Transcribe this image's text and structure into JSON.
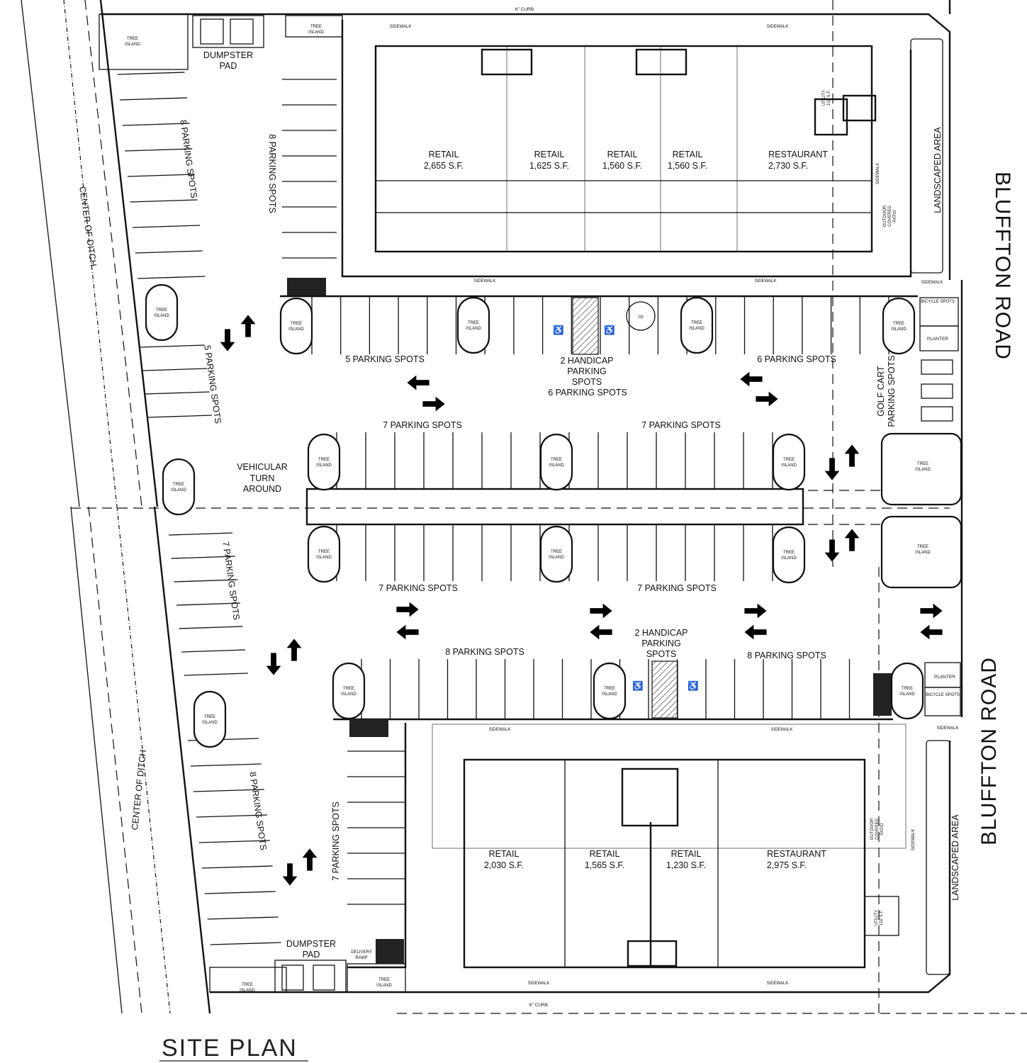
{
  "title": "SITE PLAN",
  "roads": {
    "right_top": "BLUFFTON ROAD",
    "right_bottom": "BLUFFTON ROAD"
  },
  "ditch": {
    "top": "CENTER OF DITCH",
    "bottom": "CENTER OF DITCH"
  },
  "curb": {
    "top": "6\" CURB",
    "bottom": "6\" CURB"
  },
  "common": {
    "tree_island": [
      "TREE",
      "ISLAND"
    ],
    "sidewalk": "SIDEWALK",
    "planter": "PLANTER",
    "bicycle_spots": "BICYCLE SPOTS",
    "landscaped_area": "LANDSCAPED AREA",
    "patio": [
      "OUTDOOR",
      "COVERED",
      "PATIO"
    ],
    "dumpster_pad": [
      "DUMPSTER",
      "PAD"
    ],
    "delivery_ramp": [
      "DELIVERY",
      "RAMP"
    ],
    "utility": [
      "UTILITY",
      "102 S.F."
    ],
    "section_marker": "03"
  },
  "top_building": {
    "units": [
      {
        "use": "RETAIL",
        "area": "2,655 S.F."
      },
      {
        "use": "RETAIL",
        "area": "1,625 S.F."
      },
      {
        "use": "RETAIL",
        "area": "1,560 S.F."
      },
      {
        "use": "RETAIL",
        "area": "1,560 S.F."
      },
      {
        "use": "RESTAURANT",
        "area": "2,730 S.F."
      }
    ]
  },
  "bottom_building": {
    "units": [
      {
        "use": "RETAIL",
        "area": "2,030 S.F."
      },
      {
        "use": "RETAIL",
        "area": "1,565 S.F."
      },
      {
        "use": "RETAIL",
        "area": "1,230 S.F."
      },
      {
        "use": "RESTAURANT",
        "area": "2,975 S.F."
      }
    ]
  },
  "parking": {
    "left_upper_8": "8 PARKING SPOTS",
    "lane_upper_8": "8 PARKING SPOTS",
    "left_mid_5": "5 PARKING SPOTS",
    "top_row_left_5": "5 PARKING SPOTS",
    "top_row_handicap": [
      "2 HANDICAP",
      "PARKING",
      "SPOTS",
      "6 PARKING SPOTS"
    ],
    "top_row_right_6": "6 PARKING SPOTS",
    "golf_cart": [
      "GOLF CART",
      "PARKING SPOTS"
    ],
    "mid_upper_left_7": "7  PARKING SPOTS",
    "mid_upper_right_7": "7  PARKING SPOTS",
    "turnaround": [
      "VEHICULAR",
      "TURN",
      "AROUND"
    ],
    "left_lower_7": "7 PARKING SPOTS",
    "mid_lower_left_7": "7  PARKING SPOTS",
    "mid_lower_right_7": "7  PARKING SPOTS",
    "bottom_row_handicap": [
      "2 HANDICAP",
      "PARKING",
      "SPOTS"
    ],
    "bottom_row_left_8": "8 PARKING SPOTS",
    "bottom_row_right_8": "8 PARKING SPOTS",
    "left_bottom_8": "8 PARKING SPOTS",
    "lane_bottom_7": "7 PARKING SPOTS"
  }
}
